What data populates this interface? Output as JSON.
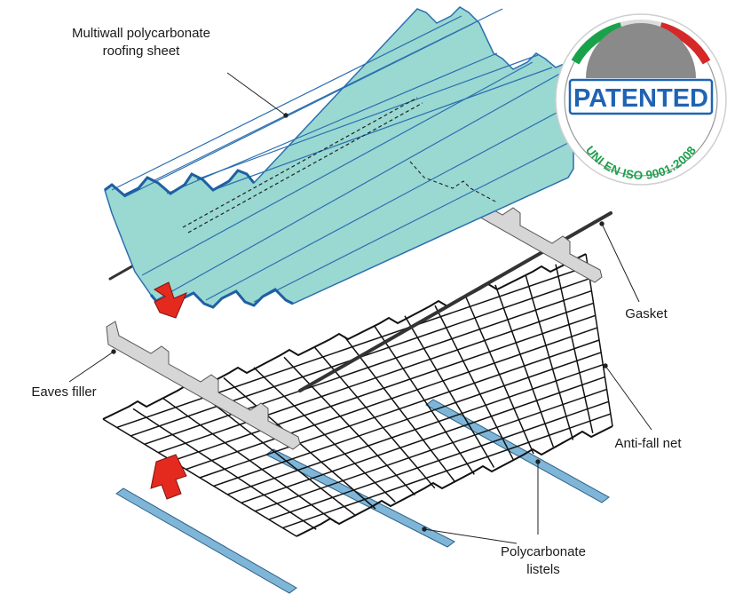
{
  "labels": {
    "roofing_sheet_line1": "Multiwall polycarbonate",
    "roofing_sheet_line2": "roofing sheet",
    "gasket": "Gasket",
    "eaves_filler": "Eaves filler",
    "anti_fall_net": "Anti-fall net",
    "listels_line1": "Polycarbonate",
    "listels_line2": "listels"
  },
  "badge": {
    "title": "PATENTED",
    "subtitle": "UNI EN ISO 9001:2008"
  },
  "colors": {
    "sheet_fill": "#9ad8d2",
    "sheet_edge": "#2b6fb0",
    "listel_fill": "#7fb6d8",
    "filler_fill": "#d6d6d6",
    "arrow_red": "#e42a1f",
    "badge_blue": "#1f63b3",
    "badge_green": "#1aa24a",
    "badge_red": "#d62828",
    "badge_grey": "#8a8a8a"
  },
  "icons": {
    "down_arrow": "red-down-arrow-icon",
    "up_arrow": "red-up-arrow-icon"
  }
}
